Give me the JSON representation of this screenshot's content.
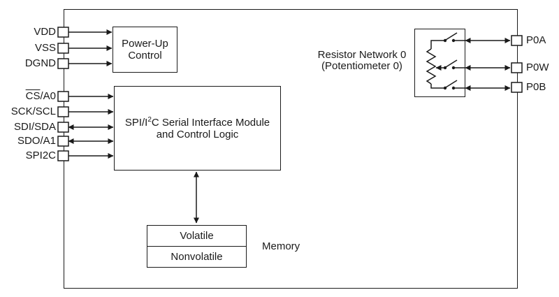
{
  "blocks": {
    "power_up": {
      "line1": "Power-Up",
      "line2": "Control"
    },
    "spi": {
      "pre": "SPI/I",
      "sup": "2",
      "post": "C Serial Interface Module",
      "line2": "and Control Logic"
    },
    "memory": {
      "volatile": "Volatile",
      "nonvolatile": "Nonvolatile",
      "label": "Memory"
    },
    "resistor_network": {
      "line1": "Resistor Network 0",
      "line2": "(Potentiometer 0)"
    }
  },
  "left_pins": [
    {
      "over": "",
      "label": "VDD"
    },
    {
      "over": "",
      "label": "VSS"
    },
    {
      "over": "",
      "label": "DGND"
    },
    {
      "over": "CS",
      "label": "/A0"
    },
    {
      "over": "",
      "label": "SCK/SCL"
    },
    {
      "over": "",
      "label": "SDI/SDA"
    },
    {
      "over": "",
      "label": "SDO/A1"
    },
    {
      "over": "",
      "label": "SPI2C"
    }
  ],
  "right_pins": [
    {
      "label": "P0A"
    },
    {
      "label": "P0W"
    },
    {
      "label": "P0B"
    }
  ],
  "colors": {
    "line": "#1a1a1a",
    "background": "#ffffff"
  }
}
